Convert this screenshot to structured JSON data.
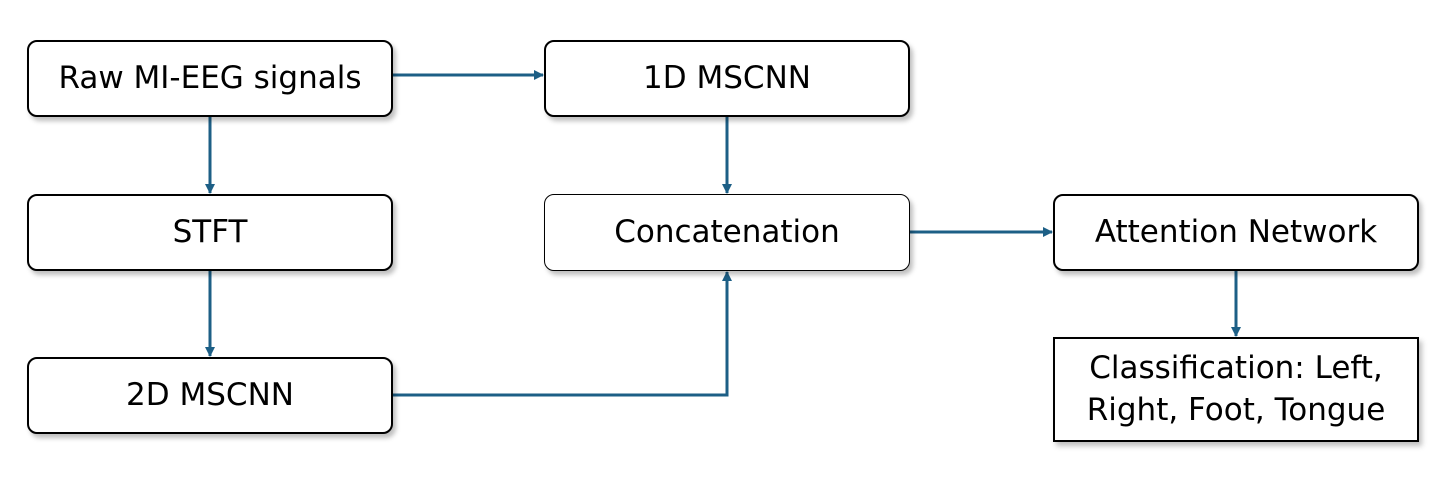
{
  "diagram": {
    "colors": {
      "arrow": "#1d5f86",
      "box_border": "#000000",
      "box_fill": "#ffffff",
      "text": "#000000"
    },
    "nodes": {
      "raw": {
        "label": "Raw MI-EEG signals"
      },
      "stft": {
        "label": "STFT"
      },
      "mscnn_2d": {
        "label": "2D MSCNN"
      },
      "mscnn_1d": {
        "label": "1D MSCNN"
      },
      "concatenation": {
        "label": "Concatenation"
      },
      "attention": {
        "label": "Attention Network"
      },
      "classification": {
        "label": "Classification: Left,\nRight, Foot, Tongue"
      }
    },
    "edges": [
      {
        "from": "raw",
        "to": "mscnn_1d"
      },
      {
        "from": "raw",
        "to": "stft"
      },
      {
        "from": "stft",
        "to": "mscnn_2d"
      },
      {
        "from": "mscnn_1d",
        "to": "concatenation"
      },
      {
        "from": "mscnn_2d",
        "to": "concatenation"
      },
      {
        "from": "concatenation",
        "to": "attention"
      },
      {
        "from": "attention",
        "to": "classification"
      }
    ]
  }
}
